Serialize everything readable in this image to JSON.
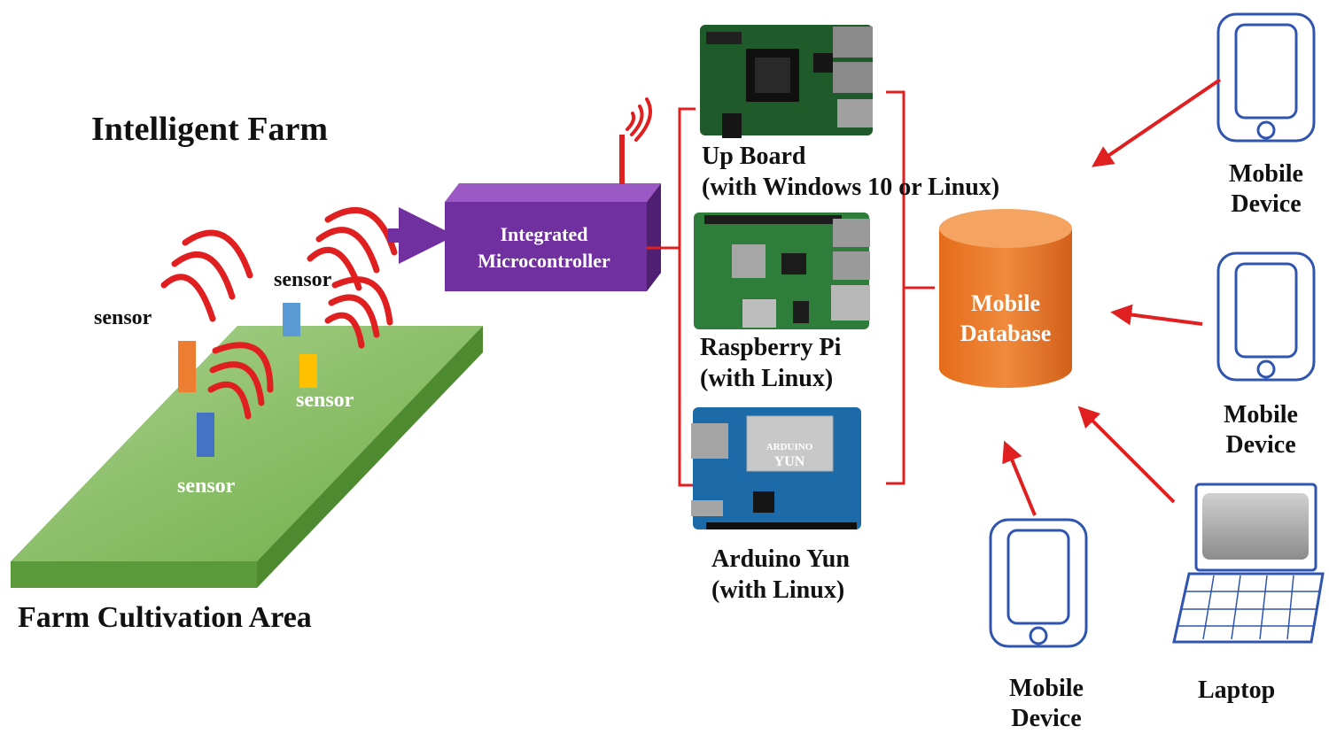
{
  "farm": {
    "title": "Intelligent Farm",
    "area_label": "Farm Cultivation Area",
    "sensor_labels": [
      "sensor",
      "sensor",
      "sensor",
      "sensor"
    ]
  },
  "controller": {
    "line1": "Integrated",
    "line2": "Microcontroller",
    "color": "#7030a0"
  },
  "boards": [
    {
      "name": "Up Board",
      "os": "(with Windows 10 or Linux)"
    },
    {
      "name": "Raspberry Pi",
      "os": "(with Linux)"
    },
    {
      "name": "Arduino Yun",
      "os": "(with Linux)",
      "chip_text_1": "ARDUINO",
      "chip_text_2": "YUN"
    }
  ],
  "database": {
    "line1": "Mobile",
    "line2": "Database",
    "color": "#ed7d31"
  },
  "clients": [
    {
      "line1": "Mobile",
      "line2": "Device"
    },
    {
      "line1": "Mobile",
      "line2": "Device"
    },
    {
      "line1": "Mobile",
      "line2": "Device"
    },
    {
      "line1": "Laptop"
    }
  ],
  "colors": {
    "field": "#70ad47",
    "signal": "#e02020",
    "arrow": "#e02020",
    "device_outline": "#2f55b0"
  }
}
